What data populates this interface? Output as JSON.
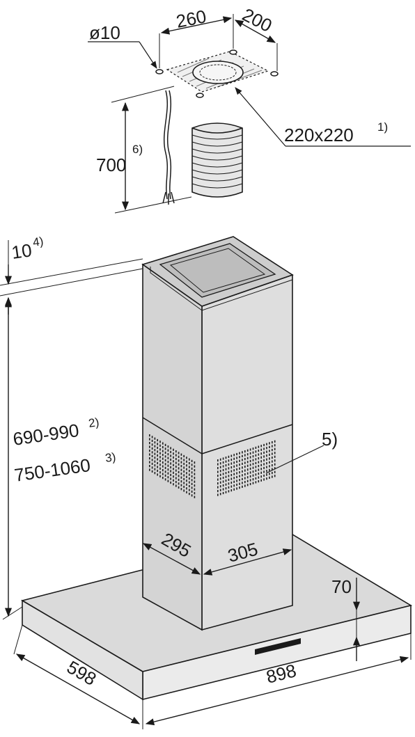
{
  "diagram": {
    "colors": {
      "line": "#1a1a1a",
      "hood_front": "#e8e8e8",
      "hood_top": "#d9d9d9",
      "hood_side": "#dcdcdc",
      "chimney_front": "#dedede",
      "chimney_side": "#d6d6d6",
      "chimney_top": "#cfcfcf",
      "duct": "#e6e6e6",
      "background": "#ffffff"
    },
    "labels": {
      "hole_diameter": "ø10",
      "mount_width": "260",
      "mount_depth": "200",
      "duct_opening": "220x220",
      "duct_opening_note": "1)",
      "duct_length": "700",
      "duct_length_note": "6)",
      "clearance": "10",
      "clearance_note": "4)",
      "height_range_1": "690-990",
      "height_range_1_note": "2)",
      "height_range_2": "750-1060",
      "height_range_2_note": "3)",
      "vent_note": "5)",
      "chimney_depth": "295",
      "chimney_width": "305",
      "canopy_height": "70",
      "hood_depth": "598",
      "hood_width": "898"
    }
  }
}
